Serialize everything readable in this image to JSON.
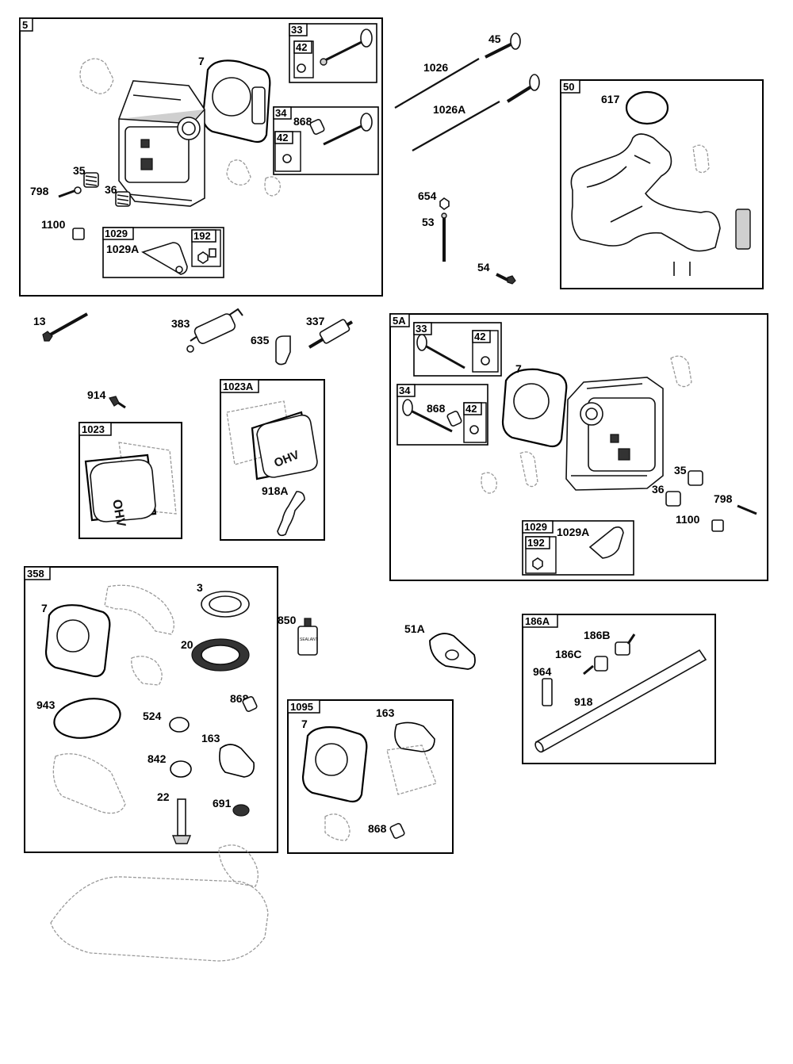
{
  "tags": {
    "t5": "5",
    "t33a": "33",
    "t42a": "42",
    "t34a": "34",
    "t42b": "42",
    "t1029a": "1029",
    "t192a": "192",
    "t50": "50",
    "t5A": "5A",
    "t33b": "33",
    "t42c": "42",
    "t34b": "34",
    "t42d": "42",
    "t1029b": "1029",
    "t192b": "192",
    "t1023": "1023",
    "t1023A": "1023A",
    "t358": "358",
    "t1095": "1095",
    "t186A": "186A"
  },
  "labels": {
    "l7a": "7",
    "l868a": "868",
    "l35a": "35",
    "l36a": "36",
    "l798a": "798",
    "l1100a": "1100",
    "l1029Aa": "1029A",
    "l45": "45",
    "l1026": "1026",
    "l1026A": "1026A",
    "l654": "654",
    "l53": "53",
    "l54": "54",
    "l617": "617",
    "l13": "13",
    "l383": "383",
    "l635": "635",
    "l337": "337",
    "l914": "914",
    "l918A": "918A",
    "l7b": "7",
    "l868b": "868",
    "l35b": "35",
    "l36b": "36",
    "l798b": "798",
    "l1100b": "1100",
    "l1029Ab": "1029A",
    "l3": "3",
    "l7c": "7",
    "l20": "20",
    "l868c": "868",
    "l943": "943",
    "l524": "524",
    "l163a": "163",
    "l842": "842",
    "l22": "22",
    "l691": "691",
    "l850": "850",
    "l51A": "51A",
    "l7d": "7",
    "l163b": "163",
    "l868d": "868",
    "l186B": "186B",
    "l186C": "186C",
    "l964": "964",
    "l918": "918"
  },
  "stamp": {
    "cover_text": "OHV",
    "tube_text": "SEALANT"
  }
}
